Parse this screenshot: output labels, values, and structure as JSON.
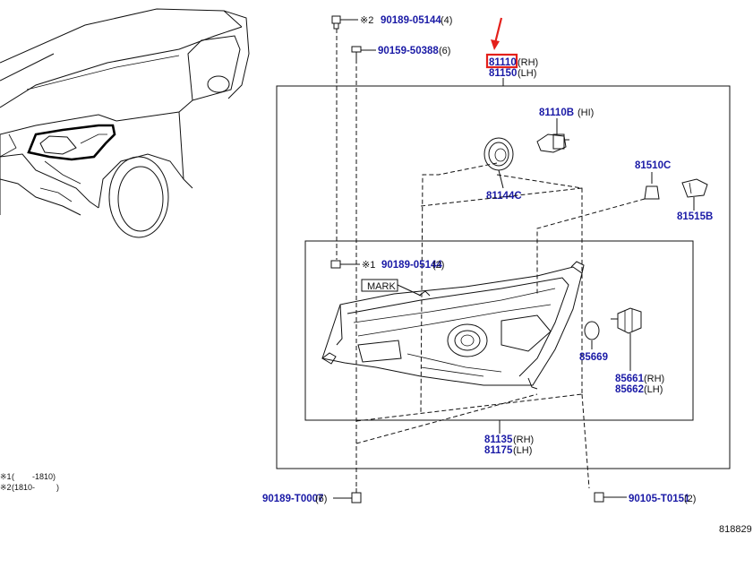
{
  "colors": {
    "part_number": "#1a1aa6",
    "highlight": "#e4201b",
    "line": "#111111"
  },
  "callouts": {
    "bolt_top": {
      "mark": "※2",
      "number": "90189-05144",
      "qty": "(4)"
    },
    "screw_top": {
      "number": "90159-50388",
      "qty": "(6)"
    },
    "headlamp_rh": {
      "number": "81110",
      "side": "(RH)"
    },
    "headlamp_lh": {
      "number": "81150",
      "side": "(LH)"
    },
    "bulb_hi": {
      "number": "81110B",
      "side": "(HI)"
    },
    "cap": {
      "number": "81144C"
    },
    "bulb_small": {
      "number": "81510C"
    },
    "socket": {
      "number": "81515B"
    },
    "bolt_mid": {
      "mark": "※1",
      "number": "90189-05144",
      "qty": "(2)"
    },
    "mark_label": "MARK",
    "gasket": {
      "number": "85669"
    },
    "unit_rh": {
      "number": "85661",
      "side": "(RH)"
    },
    "unit_lh": {
      "number": "85662",
      "side": "(LH)"
    },
    "housing_rh": {
      "number": "81135",
      "side": "(RH)"
    },
    "housing_lh": {
      "number": "81175",
      "side": "(LH)"
    },
    "bolt_bottom_left": {
      "number": "90189-T0007",
      "qty": "(6)"
    },
    "bolt_bottom_right": {
      "number": "90105-T0151",
      "qty": "(2)"
    }
  },
  "footnote": {
    "line1": {
      "mark": "※1",
      "open": "(",
      "close": "-1810)"
    },
    "line2": {
      "mark": "※2",
      "range": "(1810-",
      "close": ")"
    }
  },
  "figure_id": "818829"
}
